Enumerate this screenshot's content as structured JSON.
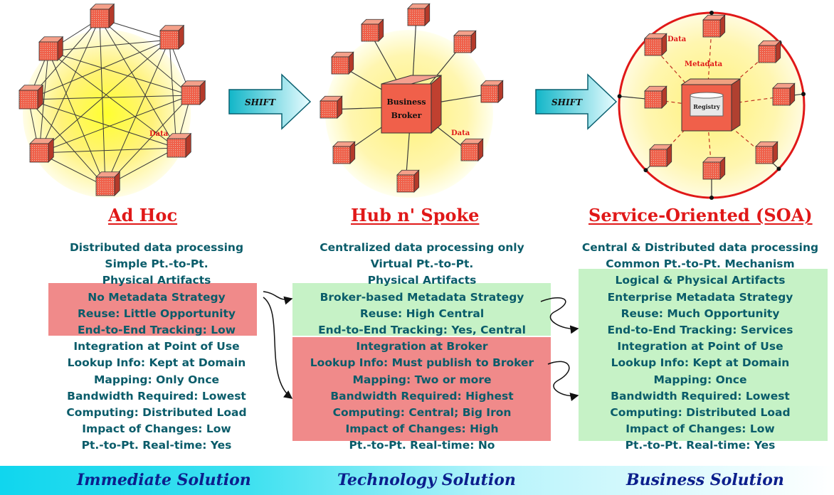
{
  "shift_labels": [
    "SHIFT",
    "SHIFT"
  ],
  "diagrams": {
    "adhoc": {
      "data_label": "Data"
    },
    "hub": {
      "center_line1": "Business",
      "center_line2": "Broker",
      "data_label": "Data"
    },
    "soa": {
      "data_label": "Data",
      "metadata_label": "Metadata",
      "registry_label": "Registry"
    }
  },
  "columns": [
    {
      "title": "Ad Hoc",
      "rows": [
        "Distributed data processing",
        "Simple Pt.-to-Pt.",
        "Physical Artifacts",
        "No Metadata Strategy",
        "Reuse: Little Opportunity",
        "End-to-End Tracking: Low",
        "Integration at Point of Use",
        "Lookup Info: Kept at Domain",
        "Mapping: Only Once",
        "Bandwidth Required: Lowest",
        "Computing: Distributed Load",
        "Impact of Changes: Low",
        "Pt.-to-Pt. Real-time: Yes"
      ],
      "solution": "Immediate Solution"
    },
    {
      "title": "Hub n' Spoke",
      "rows": [
        "Centralized data processing only",
        "Virtual Pt.-to-Pt.",
        "Physical Artifacts",
        "Broker-based Metadata Strategy",
        "Reuse: High Central",
        "End-to-End Tracking: Yes, Central",
        "Integration at Broker",
        "Lookup Info: Must publish to Broker",
        "Mapping: Two or more",
        "Bandwidth Required: Highest",
        "Computing: Central; Big Iron",
        "Impact of Changes: High",
        "Pt.-to-Pt. Real-time: No"
      ],
      "solution": "Technology Solution"
    },
    {
      "title": "Service-Oriented (SOA)",
      "rows": [
        "Central & Distributed data processing",
        "Common Pt.-to-Pt. Mechanism",
        "Logical & Physical Artifacts",
        "Enterprise Metadata Strategy",
        "Reuse: Much Opportunity",
        "End-to-End Tracking: Services",
        "Integration at Point of Use",
        "Lookup Info: Kept at Domain",
        "Mapping: Once",
        "Bandwidth Required: Lowest",
        "Computing: Distributed Load",
        "Impact of Changes: Low",
        "Pt.-to-Pt. Real-time: Yes"
      ],
      "solution": "Business Solution"
    }
  ],
  "colors": {
    "text_teal": "#0a5c6a",
    "title_red": "#e01818",
    "highlight_red": "#f08a8a",
    "highlight_green": "#c6f2c6",
    "solution_blue": "#0c1f8c",
    "cube_face": "#f0604a"
  }
}
